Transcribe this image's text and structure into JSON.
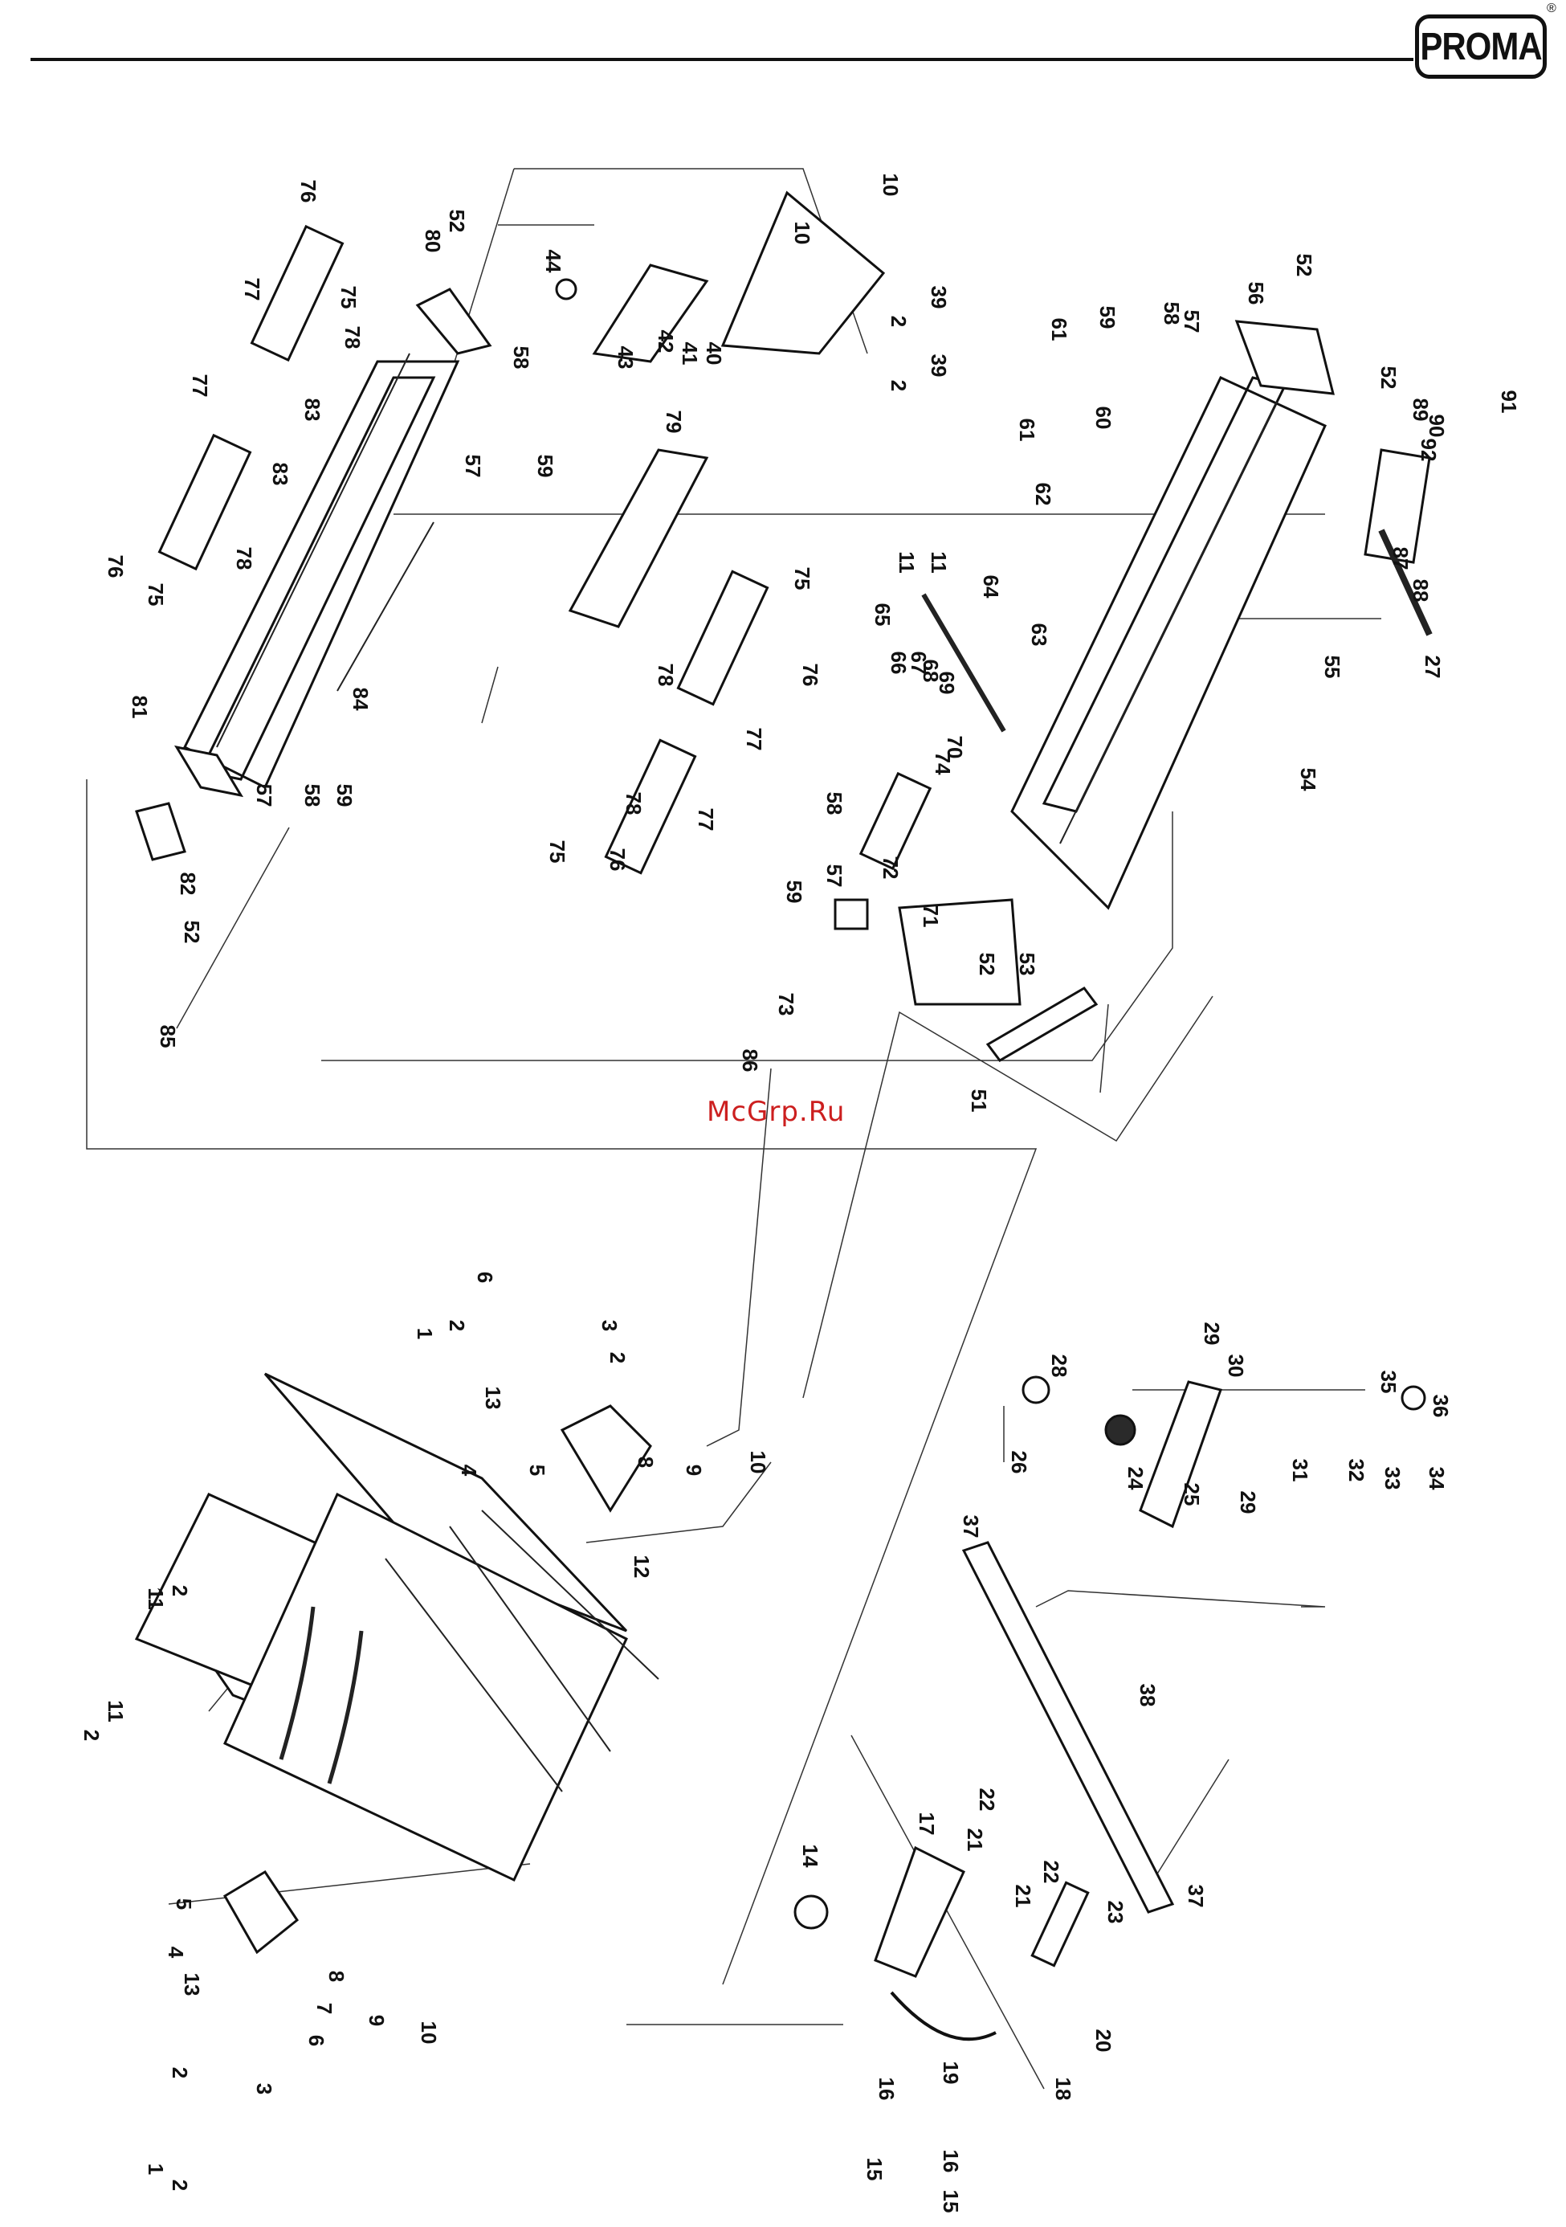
{
  "brand": {
    "logo_text": "PROMA",
    "registered_mark": "®"
  },
  "watermark": "McGrp.Ru",
  "callouts": [
    {
      "label": "76"
    },
    {
      "label": "80"
    },
    {
      "label": "52"
    },
    {
      "label": "75"
    },
    {
      "label": "77"
    },
    {
      "label": "78"
    },
    {
      "label": "77"
    },
    {
      "label": "83"
    },
    {
      "label": "83"
    },
    {
      "label": "58"
    },
    {
      "label": "57"
    },
    {
      "label": "59"
    },
    {
      "label": "76"
    },
    {
      "label": "78"
    },
    {
      "label": "75"
    },
    {
      "label": "81"
    },
    {
      "label": "84"
    },
    {
      "label": "57"
    },
    {
      "label": "58"
    },
    {
      "label": "59"
    },
    {
      "label": "52"
    },
    {
      "label": "82"
    },
    {
      "label": "85"
    },
    {
      "label": "44"
    },
    {
      "label": "43"
    },
    {
      "label": "42"
    },
    {
      "label": "41"
    },
    {
      "label": "40"
    },
    {
      "label": "10"
    },
    {
      "label": "10"
    },
    {
      "label": "39"
    },
    {
      "label": "2"
    },
    {
      "label": "39"
    },
    {
      "label": "2"
    },
    {
      "label": "79"
    },
    {
      "label": "75"
    },
    {
      "label": "78"
    },
    {
      "label": "76"
    },
    {
      "label": "77"
    },
    {
      "label": "78"
    },
    {
      "label": "77"
    },
    {
      "label": "75"
    },
    {
      "label": "76"
    },
    {
      "label": "52"
    },
    {
      "label": "56"
    },
    {
      "label": "59"
    },
    {
      "label": "58"
    },
    {
      "label": "57"
    },
    {
      "label": "61"
    },
    {
      "label": "61"
    },
    {
      "label": "62"
    },
    {
      "label": "60"
    },
    {
      "label": "52"
    },
    {
      "label": "89"
    },
    {
      "label": "90"
    },
    {
      "label": "92"
    },
    {
      "label": "91"
    },
    {
      "label": "87"
    },
    {
      "label": "88"
    },
    {
      "label": "27"
    },
    {
      "label": "11"
    },
    {
      "label": "11"
    },
    {
      "label": "65"
    },
    {
      "label": "66"
    },
    {
      "label": "67"
    },
    {
      "label": "68"
    },
    {
      "label": "69"
    },
    {
      "label": "70"
    },
    {
      "label": "64"
    },
    {
      "label": "63"
    },
    {
      "label": "55"
    },
    {
      "label": "54"
    },
    {
      "label": "74"
    },
    {
      "label": "72"
    },
    {
      "label": "58"
    },
    {
      "label": "57"
    },
    {
      "label": "59"
    },
    {
      "label": "71"
    },
    {
      "label": "73"
    },
    {
      "label": "86"
    },
    {
      "label": "52"
    },
    {
      "label": "53"
    },
    {
      "label": "51"
    },
    {
      "label": "6"
    },
    {
      "label": "2"
    },
    {
      "label": "1"
    },
    {
      "label": "3"
    },
    {
      "label": "2"
    },
    {
      "label": "13"
    },
    {
      "label": "4"
    },
    {
      "label": "5"
    },
    {
      "label": "8"
    },
    {
      "label": "9"
    },
    {
      "label": "10"
    },
    {
      "label": "12"
    },
    {
      "label": "2"
    },
    {
      "label": "11"
    },
    {
      "label": "11"
    },
    {
      "label": "2"
    },
    {
      "label": "5"
    },
    {
      "label": "4"
    },
    {
      "label": "13"
    },
    {
      "label": "8"
    },
    {
      "label": "7"
    },
    {
      "label": "9"
    },
    {
      "label": "10"
    },
    {
      "label": "6"
    },
    {
      "label": "3"
    },
    {
      "label": "2"
    },
    {
      "label": "1"
    },
    {
      "label": "2"
    },
    {
      "label": "29"
    },
    {
      "label": "30"
    },
    {
      "label": "28"
    },
    {
      "label": "26"
    },
    {
      "label": "24"
    },
    {
      "label": "25"
    },
    {
      "label": "29"
    },
    {
      "label": "31"
    },
    {
      "label": "32"
    },
    {
      "label": "33"
    },
    {
      "label": "34"
    },
    {
      "label": "35"
    },
    {
      "label": "36"
    },
    {
      "label": "37"
    },
    {
      "label": "38"
    },
    {
      "label": "37"
    },
    {
      "label": "22"
    },
    {
      "label": "21"
    },
    {
      "label": "22"
    },
    {
      "label": "21"
    },
    {
      "label": "23"
    },
    {
      "label": "17"
    },
    {
      "label": "14"
    },
    {
      "label": "20"
    },
    {
      "label": "16"
    },
    {
      "label": "19"
    },
    {
      "label": "18"
    },
    {
      "label": "15"
    },
    {
      "label": "16"
    },
    {
      "label": "15"
    }
  ]
}
